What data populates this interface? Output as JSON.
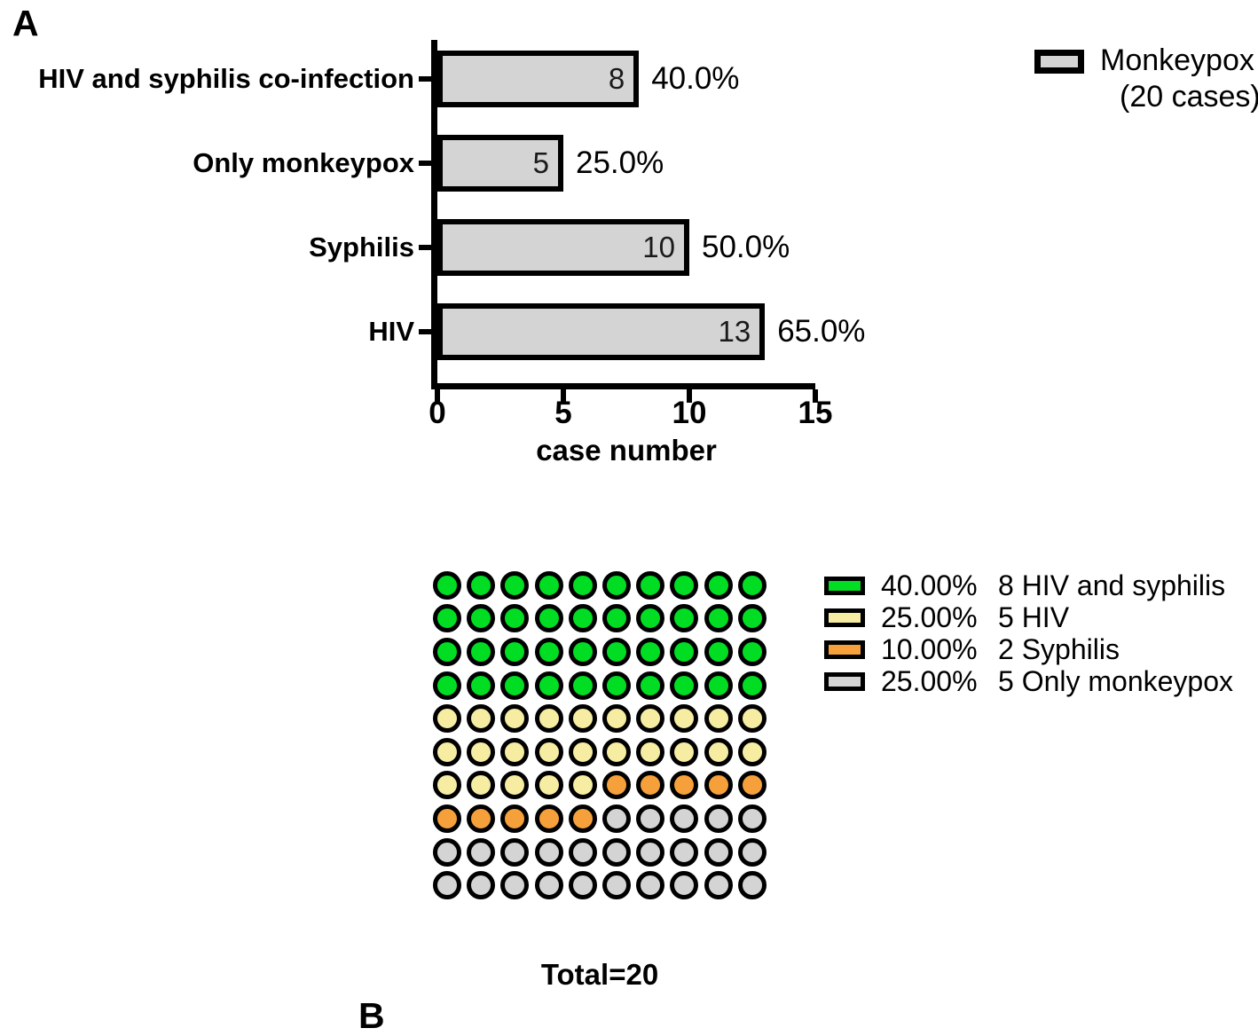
{
  "figure": {
    "panel_a_letter": "A",
    "panel_b_letter": "B"
  },
  "panel_a": {
    "legend": {
      "swatch_fill": "#d4d4d4",
      "line1": "Monkeypox",
      "line2": "(20 cases)"
    },
    "x_axis": {
      "title": "case number",
      "ticks": [
        "0",
        "5",
        "10",
        "15"
      ],
      "min": 0,
      "max": 15
    }
  },
  "panel_b": {
    "total_label": "Total=20",
    "legend": [
      {
        "color": "#00dd22",
        "percent": "40.00%",
        "count_label": "8 HIV and syphilis"
      },
      {
        "color": "#f7eda2",
        "percent": "25.00%",
        "count_label": "5 HIV"
      },
      {
        "color": "#f6a03c",
        "percent": "10.00%",
        "count_label": "2 Syphilis"
      },
      {
        "color": "#d4d4d4",
        "percent": "25.00%",
        "count_label": "5 Only monkeypox"
      }
    ]
  },
  "chart_data": [
    {
      "type": "bar",
      "orientation": "horizontal",
      "title": "",
      "xlabel": "case number",
      "ylabel": "",
      "xlim": [
        0,
        15
      ],
      "xticks": [
        0,
        5,
        10,
        15
      ],
      "grid": false,
      "legend": "Monkeypox (20 cases)",
      "total_cases": 20,
      "bar_fill": "#d4d4d4",
      "bar_edge": "#000000",
      "categories": [
        "HIV and syphilis co-infection",
        "Only monkeypox",
        "Syphilis",
        "HIV"
      ],
      "values": [
        8,
        5,
        10,
        13
      ],
      "value_labels": [
        "8",
        "5",
        "10",
        "13"
      ],
      "percent_labels": [
        "40.0%",
        "25.0%",
        "50.0%",
        "65.0%"
      ]
    },
    {
      "type": "waffle",
      "title": "Total=20",
      "grid_rows": 10,
      "grid_cols": 10,
      "unit_per_dot": 1,
      "total_dots": 100,
      "legend_position": "right",
      "categories": [
        {
          "name": "HIV and syphilis",
          "color": "#00dd22",
          "percent": 40.0,
          "percent_label": "40.00%",
          "cases": 8,
          "dots": 40
        },
        {
          "name": "HIV",
          "color": "#f7eda2",
          "percent": 25.0,
          "percent_label": "25.00%",
          "cases": 5,
          "dots": 25
        },
        {
          "name": "Syphilis",
          "color": "#f6a03c",
          "percent": 10.0,
          "percent_label": "10.00%",
          "cases": 2,
          "dots": 10
        },
        {
          "name": "Only monkeypox",
          "color": "#d4d4d4",
          "percent": 25.0,
          "percent_label": "25.00%",
          "cases": 5,
          "dots": 25
        }
      ],
      "dot_sequence": [
        [
          "#00dd22",
          "#00dd22",
          "#00dd22",
          "#00dd22",
          "#00dd22",
          "#00dd22",
          "#00dd22",
          "#00dd22",
          "#00dd22",
          "#00dd22"
        ],
        [
          "#00dd22",
          "#00dd22",
          "#00dd22",
          "#00dd22",
          "#00dd22",
          "#00dd22",
          "#00dd22",
          "#00dd22",
          "#00dd22",
          "#00dd22"
        ],
        [
          "#00dd22",
          "#00dd22",
          "#00dd22",
          "#00dd22",
          "#00dd22",
          "#00dd22",
          "#00dd22",
          "#00dd22",
          "#00dd22",
          "#00dd22"
        ],
        [
          "#00dd22",
          "#00dd22",
          "#00dd22",
          "#00dd22",
          "#00dd22",
          "#00dd22",
          "#00dd22",
          "#00dd22",
          "#00dd22",
          "#00dd22"
        ],
        [
          "#f7eda2",
          "#f7eda2",
          "#f7eda2",
          "#f7eda2",
          "#f7eda2",
          "#f7eda2",
          "#f7eda2",
          "#f7eda2",
          "#f7eda2",
          "#f7eda2"
        ],
        [
          "#f7eda2",
          "#f7eda2",
          "#f7eda2",
          "#f7eda2",
          "#f7eda2",
          "#f7eda2",
          "#f7eda2",
          "#f7eda2",
          "#f7eda2",
          "#f7eda2"
        ],
        [
          "#f7eda2",
          "#f7eda2",
          "#f7eda2",
          "#f7eda2",
          "#f7eda2",
          "#f6a03c",
          "#f6a03c",
          "#f6a03c",
          "#f6a03c",
          "#f6a03c"
        ],
        [
          "#f6a03c",
          "#f6a03c",
          "#f6a03c",
          "#f6a03c",
          "#f6a03c",
          "#d4d4d4",
          "#d4d4d4",
          "#d4d4d4",
          "#d4d4d4",
          "#d4d4d4"
        ],
        [
          "#d4d4d4",
          "#d4d4d4",
          "#d4d4d4",
          "#d4d4d4",
          "#d4d4d4",
          "#d4d4d4",
          "#d4d4d4",
          "#d4d4d4",
          "#d4d4d4",
          "#d4d4d4"
        ],
        [
          "#d4d4d4",
          "#d4d4d4",
          "#d4d4d4",
          "#d4d4d4",
          "#d4d4d4",
          "#d4d4d4",
          "#d4d4d4",
          "#d4d4d4",
          "#d4d4d4",
          "#d4d4d4"
        ]
      ]
    }
  ]
}
